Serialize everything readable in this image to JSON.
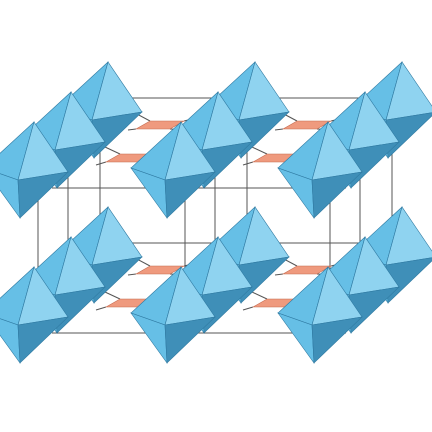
{
  "colors": {
    "background": "#ffffff",
    "bond": "#555555",
    "octa_light": "#8fd3f0",
    "octa_mid": "#66bfe6",
    "octa_dark": "#3f8fb8",
    "octa_edge": "#2f7aa2",
    "rhomb": "#ef9a7e",
    "rhomb_edge": "#c46a4f"
  },
  "structure": {
    "layers": 2,
    "octahedra_columns": 3,
    "octahedra_per_chain": 3,
    "linkers_per_layer": 4
  }
}
